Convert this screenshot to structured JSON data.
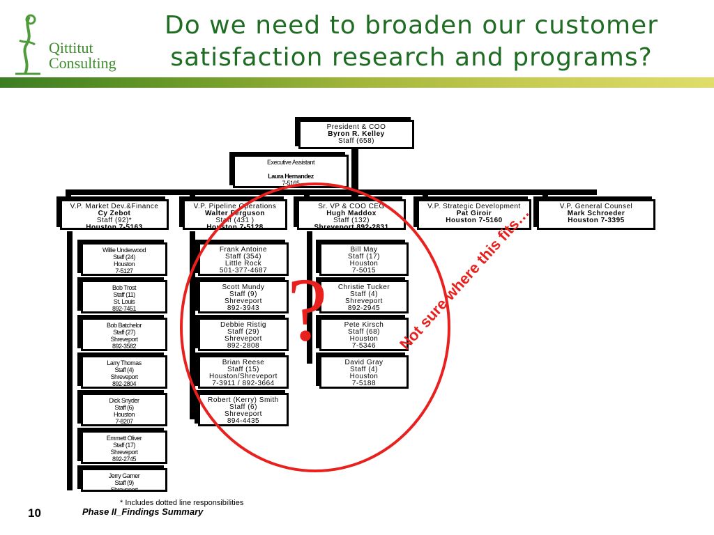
{
  "logo": {
    "line1": "Qittitut",
    "line2": "Consulting"
  },
  "title": {
    "line1": "Do we need to broaden our customer",
    "line2": "satisfaction research and programs?"
  },
  "president": {
    "lines": [
      "President & COO",
      "Byron R. Kelley",
      "Staff (658)"
    ]
  },
  "assistant": {
    "lines": [
      "Executive Assistant",
      "",
      "Laura Hernandez",
      "7-5165"
    ]
  },
  "vps": [
    {
      "lines": [
        "V.P. Market Dev.&Finance",
        "Cy Zebot",
        "Staff (92)*",
        "Houston 7-5163"
      ]
    },
    {
      "lines": [
        "V.P. Pipeline Operations",
        "Walter Ferguson",
        "Staff (431 )",
        "Houston 7-5128"
      ]
    },
    {
      "lines": [
        "Sr. VP & COO CEG",
        "Hugh Maddox",
        "Staff (132)",
        "Shreveport 892-2831"
      ]
    },
    {
      "lines": [
        "V.P. Strategic Development",
        "Pat Giroir",
        "Houston 7-5160"
      ]
    },
    {
      "lines": [
        "V.P. General Counsel",
        "Mark Schroeder",
        "Houston 7-3395"
      ]
    }
  ],
  "col1": [
    {
      "lines": [
        "Willie Underwood",
        "Staff (24)",
        "Houston",
        "7-5127"
      ]
    },
    {
      "lines": [
        "Bob Trost",
        "Staff (11)",
        "St. Louis",
        "892-7451"
      ]
    },
    {
      "lines": [
        "Bob Batchelor",
        "Staff (27)",
        "Shreveport",
        "892-3582"
      ]
    },
    {
      "lines": [
        "Larry Thomas",
        "Staff (4)",
        "Shreveport",
        "892-2804"
      ]
    },
    {
      "lines": [
        "Dick Snyder",
        "Staff (6)",
        "Houston",
        "7-8207"
      ]
    },
    {
      "lines": [
        "Emmett Oliver",
        "Staff (17)",
        "Shreveport",
        "892-2745"
      ]
    },
    {
      "lines": [
        "Jerry Garner",
        "Staff (9)",
        "Shreveport"
      ]
    }
  ],
  "col2": [
    {
      "lines": [
        "Frank Antoine",
        "Staff (354)",
        "Little Rock",
        "501-377-4687"
      ]
    },
    {
      "lines": [
        "Scott Mundy",
        "Staff (9)",
        "Shreveport",
        "892-3943"
      ]
    },
    {
      "lines": [
        "Debbie Ristig",
        "Staff (29)",
        "Shreveport",
        "892-2808"
      ]
    },
    {
      "lines": [
        "Brian Reese",
        "Staff (15)",
        "Houston/Shreveport",
        "7-3911 / 892-3664"
      ]
    },
    {
      "lines": [
        "Robert (Kerry) Smith",
        "Staff (6)",
        "Shreveport",
        "894-4435"
      ]
    }
  ],
  "col3": [
    {
      "lines": [
        "Bill May",
        "Staff (17)",
        "Houston",
        "7-5015"
      ]
    },
    {
      "lines": [
        "Christie Tucker",
        "Staff (4)",
        "Shreveport",
        "892-2945"
      ]
    },
    {
      "lines": [
        "Pete Kirsch",
        "Staff (68)",
        "Houston",
        "7-5346"
      ]
    },
    {
      "lines": [
        "David Gray",
        "Staff (4)",
        "Houston",
        "7-5188"
      ]
    }
  ],
  "annotation": {
    "mark": "?",
    "note": "Not sure where this fits…"
  },
  "footnote": "* Includes dotted line responsibilities",
  "footer": {
    "page": "10",
    "label": "Phase II_Findings Summary"
  },
  "colors": {
    "title": "#1f6d23",
    "annotation": "#e8211f",
    "band_start": "#3c7d22",
    "band_end": "#e0dd6b"
  }
}
